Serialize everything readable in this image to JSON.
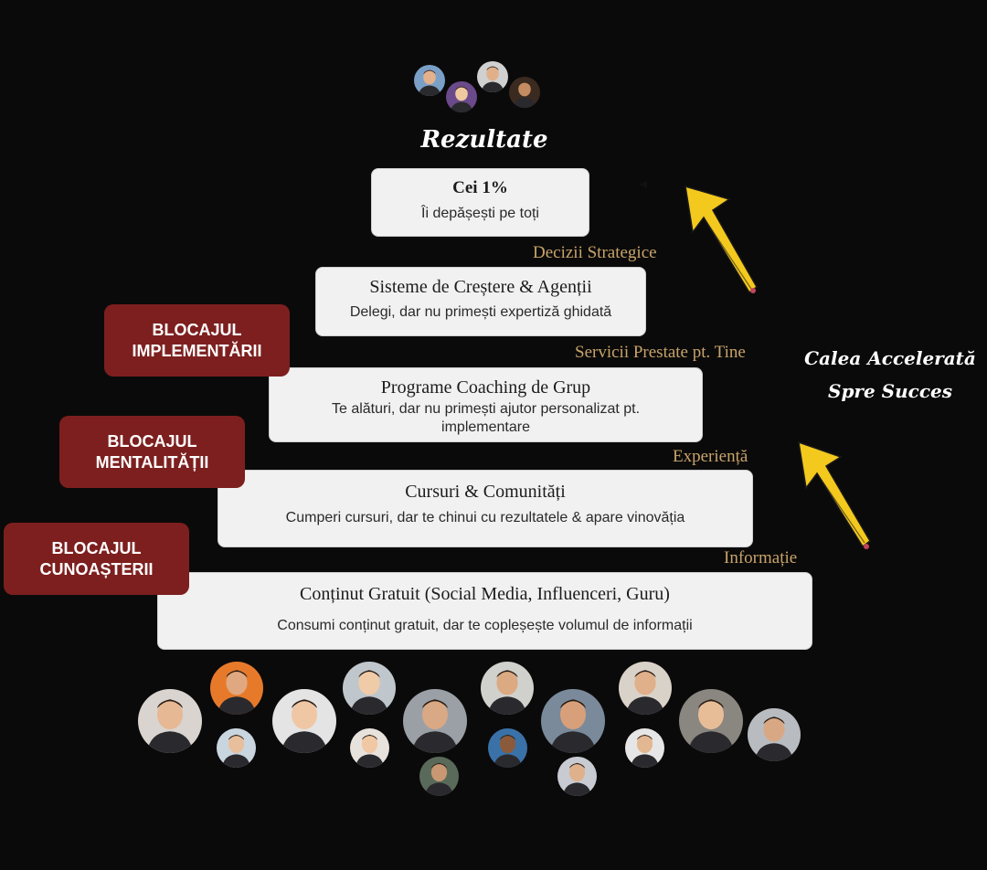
{
  "title": "Rezultate",
  "pyramid": [
    {
      "heading": "Cei 1%",
      "desc": "Îi depășești pe toți"
    },
    {
      "heading": "Sisteme de Creștere & Agenții",
      "desc": "Delegi, dar nu primești expertiză ghidată"
    },
    {
      "heading": "Programe Coaching de Grup",
      "desc": "Te alături, dar nu primești ajutor personalizat pt. implementare"
    },
    {
      "heading": "Cursuri & Comunități",
      "desc": "Cumperi cursuri, dar te chinui cu rezultatele & apare vinovăția"
    },
    {
      "heading": "Conținut Gratuit (Social Media, Influenceri, Guru)",
      "desc": "Consumi conținut gratuit, dar te copleșește volumul de informații"
    }
  ],
  "stages": [
    "Decizii Strategice",
    "Servicii Prestate pt. Tine",
    "Experiență",
    "Informație"
  ],
  "blocks": [
    {
      "line1": "BLOCAJUL",
      "line2": "IMPLEMENTĂRII"
    },
    {
      "line1": "BLOCAJUL",
      "line2": "MENTALITĂȚII"
    },
    {
      "line1": "BLOCAJUL",
      "line2": "CUNOAȘTERII"
    }
  ],
  "calea": {
    "line1": "Calea Accelerată",
    "line2": "Spre Succes"
  },
  "colors": {
    "background": "#0b0a0a",
    "block": "#7d1f1f",
    "stage": "#c7a46a",
    "arrow": "#f4c91e",
    "box": "#f1f1f1"
  },
  "icons": {
    "arrow": "yellow-arrow-icon",
    "avatar": "person-avatar-icon"
  }
}
